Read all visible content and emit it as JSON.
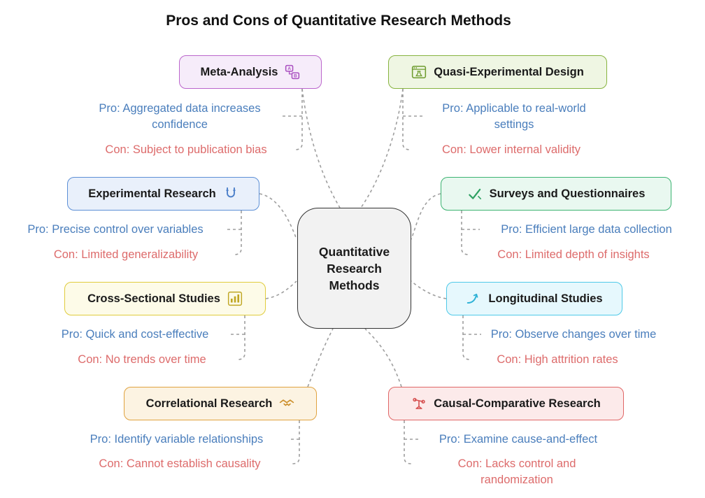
{
  "title": "Pros and Cons of Quantitative Research Methods",
  "center": {
    "label": "Quantitative\nResearch\nMethods"
  },
  "colors": {
    "pro_text": "#4a7ebc",
    "con_text": "#dd6b6b",
    "connector": "#9e9e9e",
    "center_bg": "#f2f2f2",
    "center_border": "#333333"
  },
  "nodes": [
    {
      "label": "Meta-Analysis",
      "icon": "ab-test-icon",
      "border": "#bb66cc",
      "bg": "#f6ecfa",
      "icon_color": "#a94fc0",
      "pro": "Pro: Aggregated data increases confidence",
      "con": "Con: Subject to publication bias"
    },
    {
      "label": "Quasi-Experimental Design",
      "icon": "browser-window-icon",
      "border": "#87b33f",
      "bg": "#eff6e3",
      "icon_color": "#6e9c2e",
      "pro": "Pro: Applicable to real-world settings",
      "con": "Con: Lower internal validity"
    },
    {
      "label": "Experimental Research",
      "icon": "magnet-icon",
      "border": "#5c8fd6",
      "bg": "#e9f0fb",
      "icon_color": "#4a7ec9",
      "pro": "Pro: Precise control over variables",
      "con": "Con: Limited generalizability"
    },
    {
      "label": "Surveys and Questionnaires",
      "icon": "check-icon",
      "border": "#3cb371",
      "bg": "#e9f8f0",
      "icon_color": "#2ea062",
      "pro": "Pro: Efficient large data collection",
      "con": "Con: Limited depth of insights"
    },
    {
      "label": "Cross-Sectional Studies",
      "icon": "bar-chart-icon",
      "border": "#e0cc3c",
      "bg": "#fdfbe8",
      "icon_color": "#bfa622",
      "pro": "Pro: Quick and cost-effective",
      "con": "Con: No trends over time"
    },
    {
      "label": "Longitudinal Studies",
      "icon": "trend-arrow-icon",
      "border": "#4ec9e8",
      "bg": "#e6f8fd",
      "icon_color": "#2fb2d6",
      "pro": "Pro: Observe changes over time",
      "con": "Con: High attrition rates"
    },
    {
      "label": "Correlational Research",
      "icon": "handshake-icon",
      "border": "#e0a23f",
      "bg": "#fcf3e2",
      "icon_color": "#cc8f2b",
      "pro": "Pro: Identify variable relationships",
      "con": "Con: Cannot establish causality"
    },
    {
      "label": "Causal-Comparative Research",
      "icon": "balance-icon",
      "border": "#e06666",
      "bg": "#fceaea",
      "icon_color": "#d65252",
      "pro": "Pro: Examine cause-and-effect",
      "con": "Con: Lacks control and randomization"
    }
  ]
}
